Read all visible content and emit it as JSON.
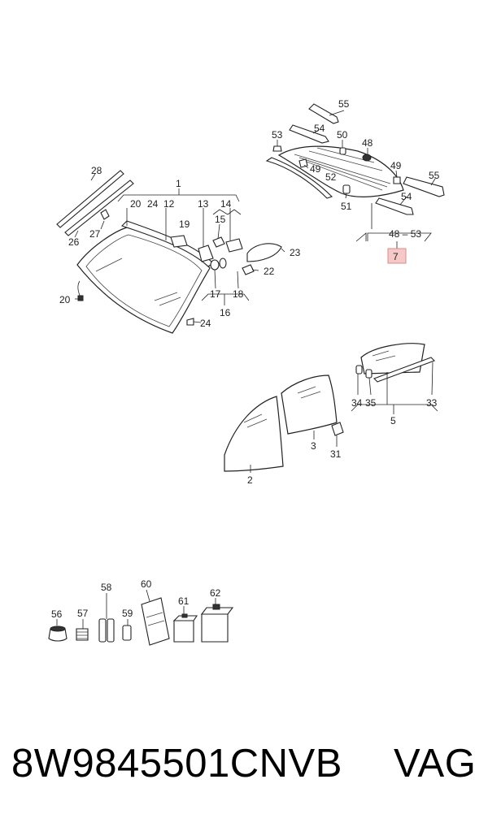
{
  "diagram": {
    "windshield_group": {
      "group_label": "1",
      "sub_labels": [
        "20",
        "24",
        "12",
        "13",
        "14"
      ],
      "parts": [
        "28",
        "26",
        "27",
        "19",
        "15",
        "23",
        "22",
        "17",
        "18",
        "16",
        "20",
        "24"
      ]
    },
    "rear_window_group": {
      "parts": [
        "55",
        "54",
        "53",
        "50",
        "48",
        "49",
        "52",
        "51",
        "55",
        "54"
      ],
      "range_label": "48 – 53",
      "highlighted_label": "7",
      "highlight_color": "#f6c9c9"
    },
    "side_glass_group": {
      "group_label": "5",
      "parts": [
        "34",
        "35",
        "33",
        "3",
        "31",
        "2"
      ]
    },
    "accessories": {
      "parts": [
        "56",
        "57",
        "58",
        "59",
        "60",
        "61",
        "62"
      ]
    }
  },
  "footer": {
    "part_number": "8W9845501CNVB",
    "brand": "VAG"
  }
}
